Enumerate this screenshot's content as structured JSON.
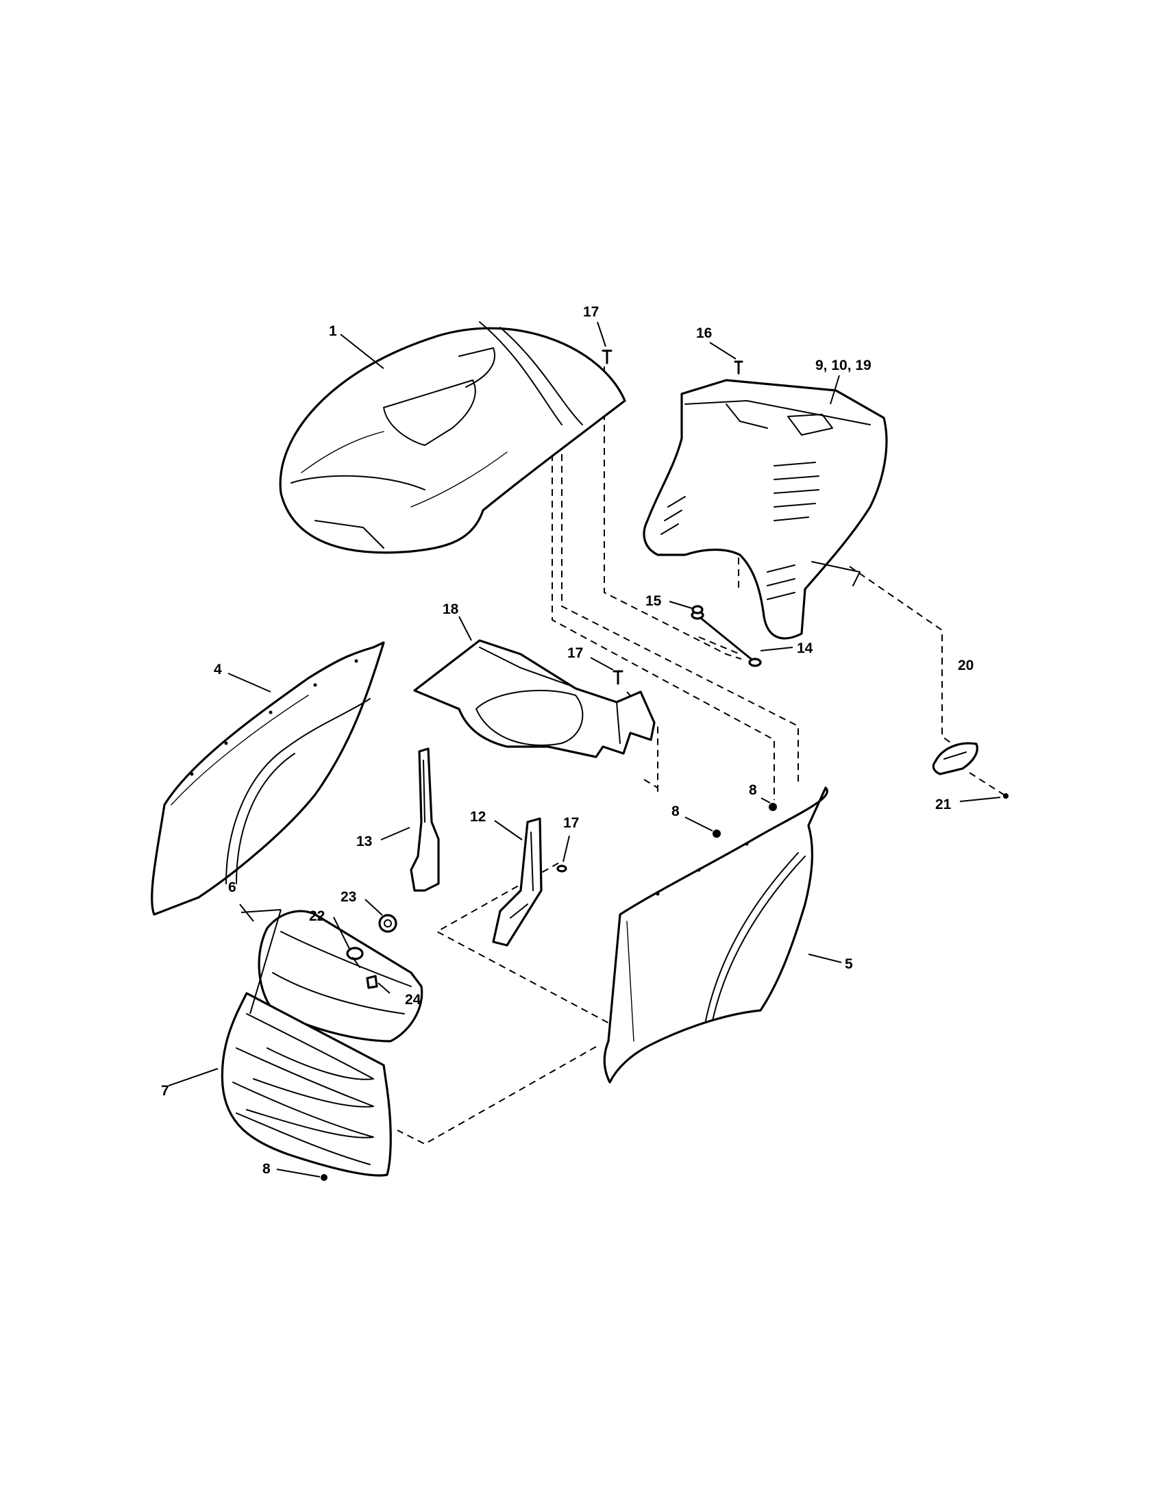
{
  "callouts": {
    "c1": "1",
    "c4": "4",
    "c5": "5",
    "c6": "6",
    "c7": "7",
    "c8_top": "8",
    "c8_mid": "8",
    "c8_bottom": "8",
    "c9_10_19": "9, 10, 19",
    "c12": "12",
    "c13": "13",
    "c14": "14",
    "c15": "15",
    "c16": "16",
    "c17_top": "17",
    "c17_mid": "17",
    "c17_low": "17",
    "c18": "18",
    "c20": "20",
    "c21": "21",
    "c22": "22",
    "c23": "23",
    "c24": "24"
  },
  "colors": {
    "line": "#000000",
    "background": "#ffffff"
  }
}
